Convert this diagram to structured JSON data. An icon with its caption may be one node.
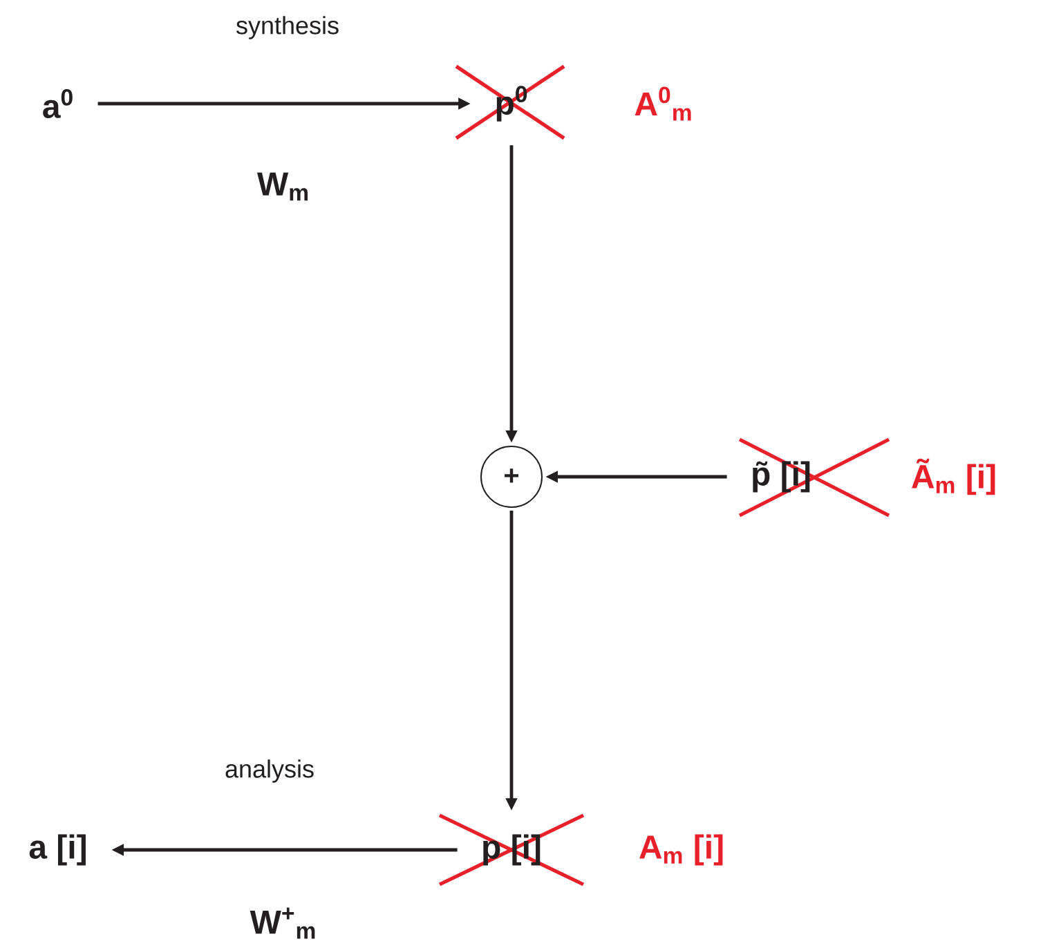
{
  "diagram": {
    "nodes": [
      {
        "text": [
          "a$^{0}$"
        ]
      },
      {
        "text": [
          "p$^{0}$"
        ],
        "beside": [
          "A$^{0}$$_{m}$"
        ]
      },
      {
        "text": [
          "+"
        ]
      },
      {
        "text": [
          "p̃ [i]"
        ],
        "beside": [
          "Ã$_{m}$ [i]"
        ]
      },
      {
        "text": [
          "p [i]"
        ],
        "beside": [
          "A$_{m}$ [i]"
        ]
      },
      {
        "text": [
          "a [i]"
        ]
      }
    ],
    "edges": [
      {
        "from": 0,
        "to": 1,
        "arrow": "to",
        "label": "synthesis"
      },
      {
        "from": 1,
        "to": 2,
        "arrow": "to"
      },
      {
        "from": 3,
        "to": 2,
        "arrow": "to"
      },
      {
        "from": 2,
        "to": 4,
        "arrow": "to"
      },
      {
        "from": 4,
        "to": 5,
        "arrow": "to",
        "label": "analysis"
      }
    ],
    "labels": [
      "W$_{m}$",
      "W$^{+}$$_{m}$"
    ]
  }
}
